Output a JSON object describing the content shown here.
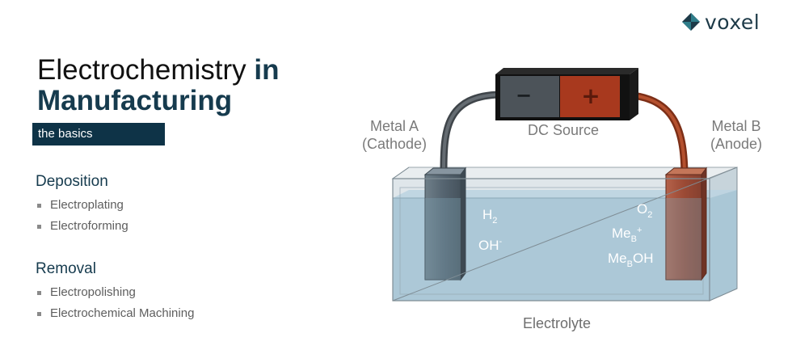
{
  "brand": {
    "logo_text": "voxel",
    "accent_dark": "#163b4e",
    "accent_teal": "#2f6e7e"
  },
  "slide": {
    "title_plain": "Electrochemistry ",
    "title_accent": "in",
    "title_line2": "Manufacturing",
    "subtitle": "the basics"
  },
  "sections": [
    {
      "heading": "Deposition",
      "items": [
        "Electroplating",
        "Electroforming"
      ]
    },
    {
      "heading": "Removal",
      "items": [
        "Electropolishing",
        "Electrochemical Machining"
      ]
    }
  ],
  "diagram": {
    "source_label": "DC Source",
    "minus_symbol": "−",
    "plus_symbol": "+",
    "cathode_line1": "Metal A",
    "cathode_line2": "(Cathode)",
    "anode_line1": "Metal B",
    "anode_line2": "(Anode)",
    "electrolyte_label": "Electrolyte",
    "cathode_species": [
      {
        "base": "H",
        "sub": "2",
        "sup": ""
      },
      {
        "base": "OH",
        "sub": "",
        "sup": "-"
      }
    ],
    "anode_species": [
      {
        "base": "O",
        "sub": "2",
        "sup": "",
        "tail": ""
      },
      {
        "base": "Me",
        "sub": "B",
        "sup": "+",
        "tail": ""
      },
      {
        "base": "Me",
        "sub": "B",
        "sup": "",
        "tail": "OH"
      }
    ],
    "colors": {
      "negative": "#4c5359",
      "positive": "#a8391e",
      "cathode_metal": "#5c6c77",
      "anode_metal": "#a5533e",
      "electrolyte": "#a9c6d6",
      "tank_edge": "#8d9aa2"
    }
  }
}
